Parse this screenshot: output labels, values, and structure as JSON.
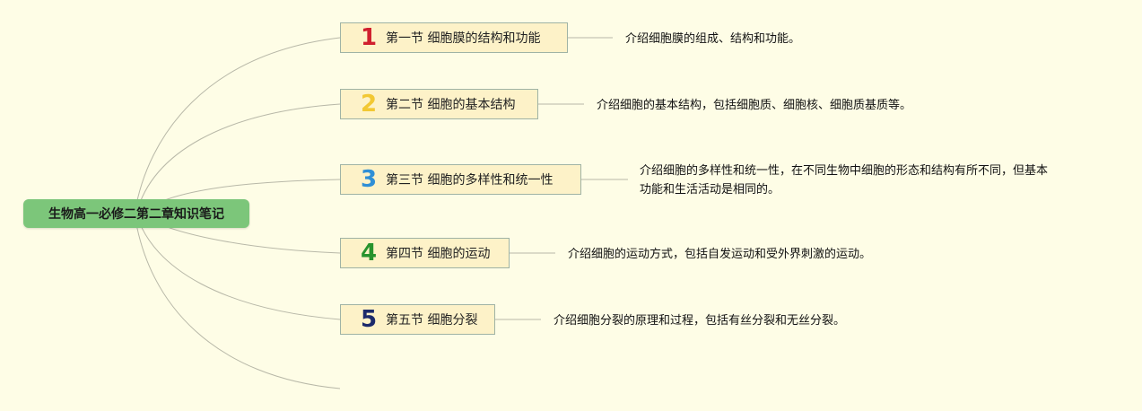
{
  "root": {
    "label": "生物高一必修二第二章知识笔记"
  },
  "topics": [
    {
      "number": "1",
      "number_color": "#d0202e",
      "label": "第一节 细胞膜的结构和功能",
      "description": "介绍细胞膜的组成、结构和功能。"
    },
    {
      "number": "2",
      "number_color": "#f2c833",
      "label": "第二节 细胞的基本结构",
      "description": "介绍细胞的基本结构，包括细胞质、细胞核、细胞质基质等。"
    },
    {
      "number": "3",
      "number_color": "#2f8fd6",
      "label": "第三节 细胞的多样性和统一性",
      "description_lines": [
        "介绍细胞的多样性和统一性，在不同生物中细胞的形态和结构有所不同，但基本",
        "功能和生活活动是相同的。"
      ]
    },
    {
      "number": "4",
      "number_color": "#27932e",
      "label": "第四节 细胞的运动",
      "description": "介绍细胞的运动方式，包括自发运动和受外界刺激的运动。"
    },
    {
      "number": "5",
      "number_color": "#1c2a6b",
      "label": "第五节 细胞分裂",
      "description": "介绍细胞分裂的原理和过程，包括有丝分裂和无丝分裂。"
    }
  ],
  "colors": {
    "background": "#fefde6",
    "root_fill": "#7cc67a",
    "topic_fill": "#fdf2c8",
    "topic_border": "#9fb3a5",
    "link": "#b8b8a8"
  }
}
